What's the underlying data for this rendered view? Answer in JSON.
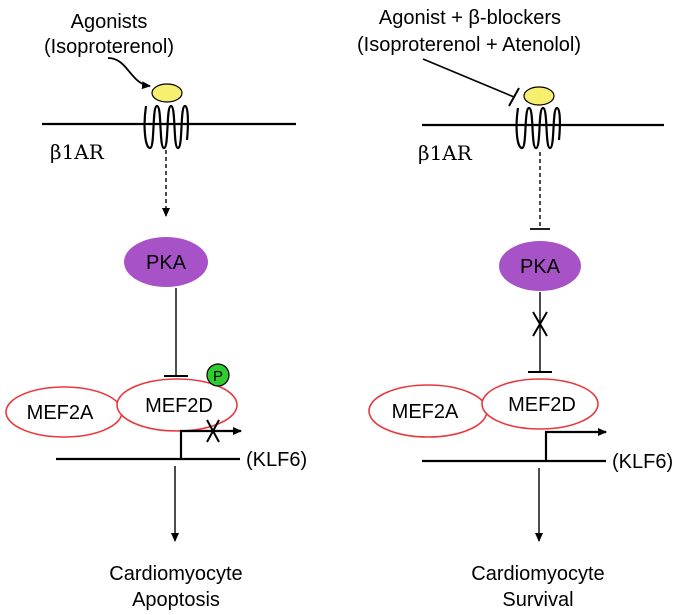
{
  "left_panel": {
    "stimulus_line1": "Agonists",
    "stimulus_line2": "(Isoproterenol)",
    "receptor_label": "β1AR",
    "kinase_label": "PKA",
    "phospho_label": "P",
    "mef2a_label": "MEF2A",
    "mef2d_label": "MEF2D",
    "gene_label": "(KLF6)",
    "outcome_line1": "Cardiomyocyte",
    "outcome_line2": "Apoptosis"
  },
  "right_panel": {
    "stimulus_line1": "Agonist + β-blockers",
    "stimulus_line2": "(Isoproterenol + Atenolol)",
    "receptor_label": "β1AR",
    "kinase_label": "PKA",
    "mef2a_label": "MEF2A",
    "mef2d_label": "MEF2D",
    "gene_label": "(KLF6)",
    "outcome_line1": "Cardiomyocyte",
    "outcome_line2": "Survival"
  },
  "colors": {
    "ligand_fill": "#f6ef6f",
    "kinase_fill": "#a852c8",
    "mef2_outline": "#e8383d",
    "phospho_fill": "#2ecc2e",
    "line": "#000000"
  },
  "icons": {
    "ligand": "ligand-ellipse",
    "receptor": "seven-transmembrane-coil",
    "block": "x-mark"
  }
}
